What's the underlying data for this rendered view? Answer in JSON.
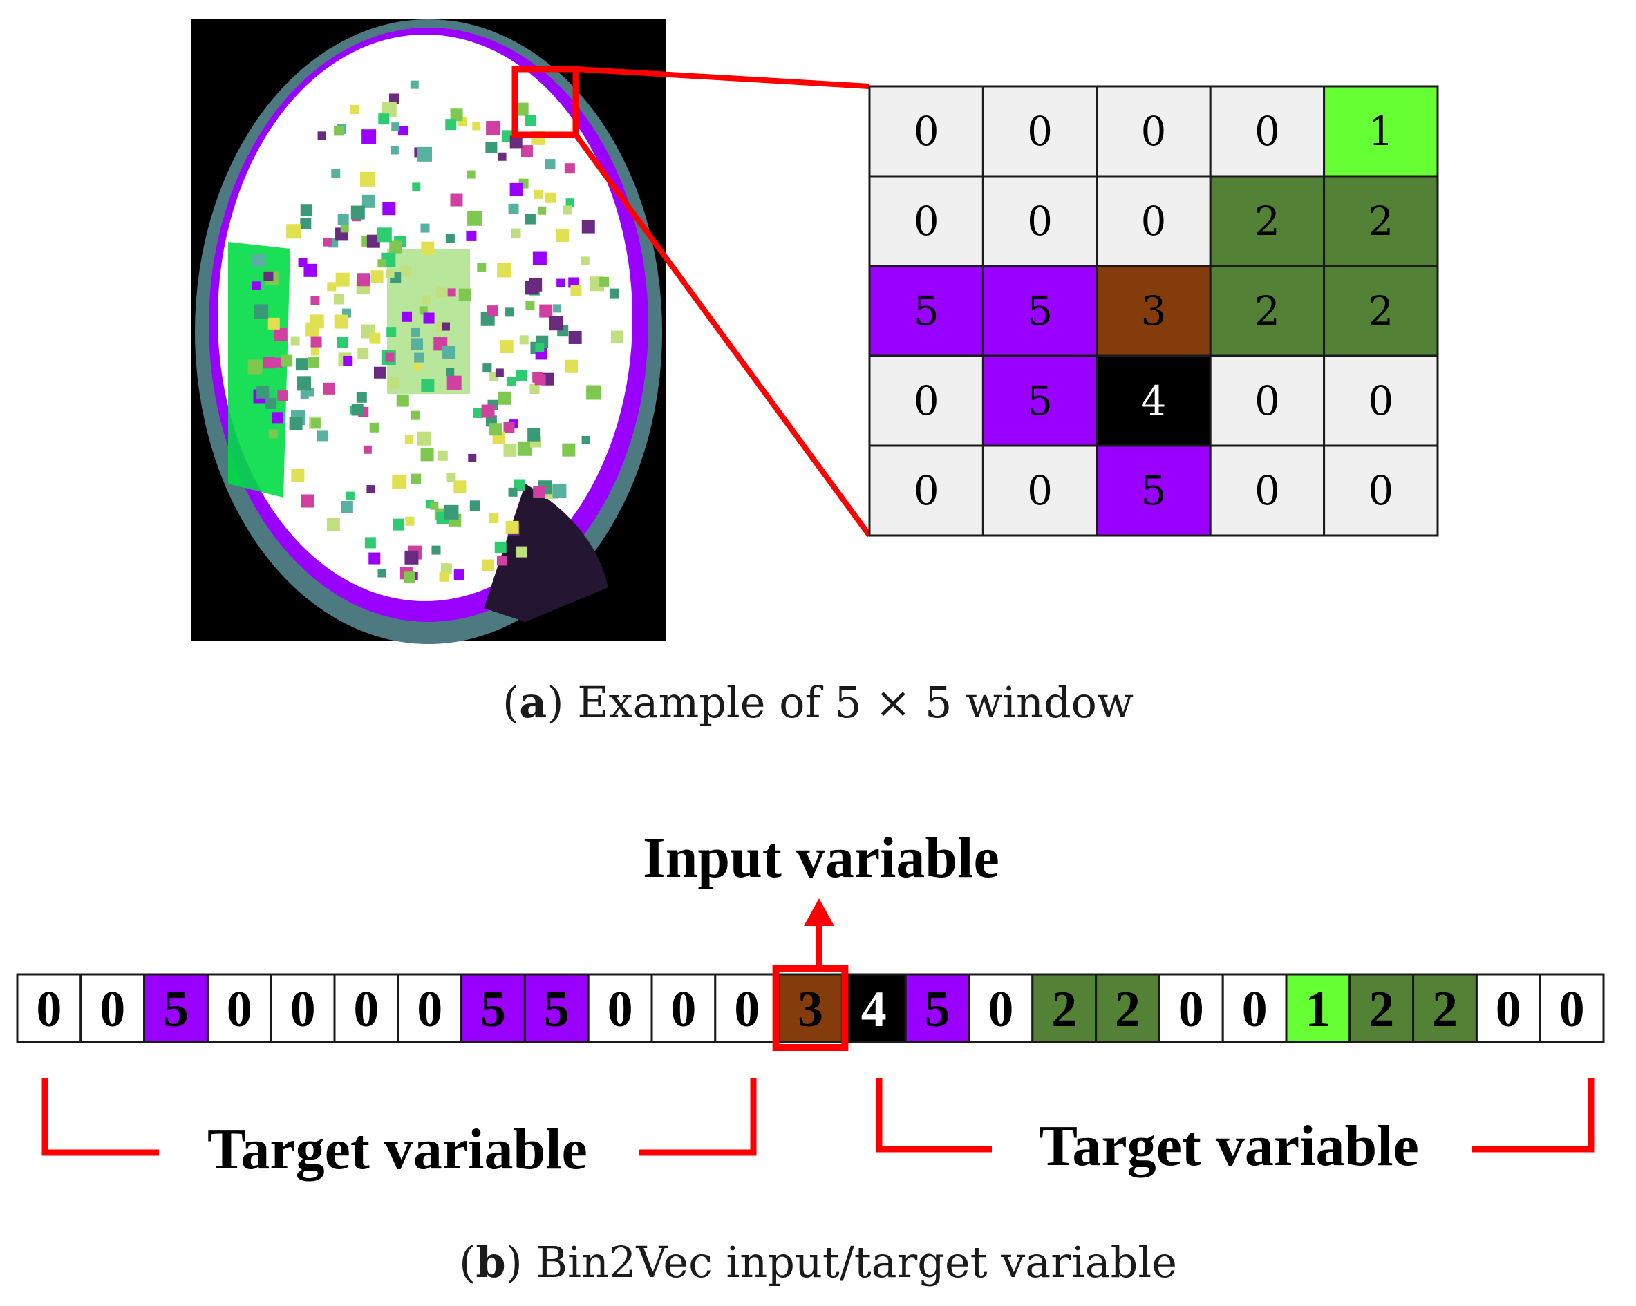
{
  "window": {
    "rows": [
      [
        0,
        0,
        0,
        0,
        1
      ],
      [
        0,
        0,
        0,
        2,
        2
      ],
      [
        5,
        5,
        3,
        2,
        2
      ],
      [
        0,
        5,
        4,
        0,
        0
      ],
      [
        0,
        0,
        5,
        0,
        0
      ]
    ]
  },
  "vector": {
    "cells": [
      0,
      0,
      5,
      0,
      0,
      0,
      0,
      5,
      5,
      0,
      0,
      0,
      3,
      4,
      5,
      0,
      2,
      2,
      0,
      0,
      1,
      2,
      2,
      0,
      0
    ],
    "input_index": 12
  },
  "colors": {
    "0": "#f0f0f0",
    "1": "#66ff33",
    "2": "#538135",
    "3": "#843c0c",
    "4": "#000000",
    "5": "#9900ff",
    "highlight": "#ff0000"
  },
  "labels": {
    "input_variable": "Input variable",
    "target_left": "Target variable",
    "target_right": "Target variable"
  },
  "captions": {
    "a_letter": "a",
    "a_text": "Example of 5 × 5 window",
    "b_letter": "b",
    "b_text": "Bin2Vec input/target variable"
  }
}
